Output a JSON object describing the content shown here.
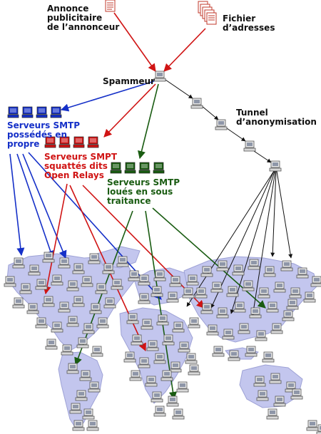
{
  "labels": {
    "annonce": "Annonce\npublicitaire\nde l’annonceur",
    "fichier": "Fichier\nd’adresses",
    "spammeur": "Spammeur",
    "tunnel": "Tunnel\nd’anonymisation",
    "blue_servers": "Serveurs SMTP\npossédés en\npropre",
    "red_servers": "Serveurs SMPT\nsquattés dits\nOpen Relays",
    "green_servers": "Serveurs SMTP\nloués en sous\ntraitance"
  },
  "colors": {
    "blue": "#1530c8",
    "red": "#d01414",
    "green": "#1a5c12",
    "black": "#111111",
    "map_fill": "#c3c6ee",
    "map_stroke": "#9ea2d6"
  },
  "icons": {
    "document": "document-icon",
    "address_file": "address-file-icon",
    "computer": "computer-icon",
    "server": "server-icon",
    "world_map": "world-map"
  }
}
